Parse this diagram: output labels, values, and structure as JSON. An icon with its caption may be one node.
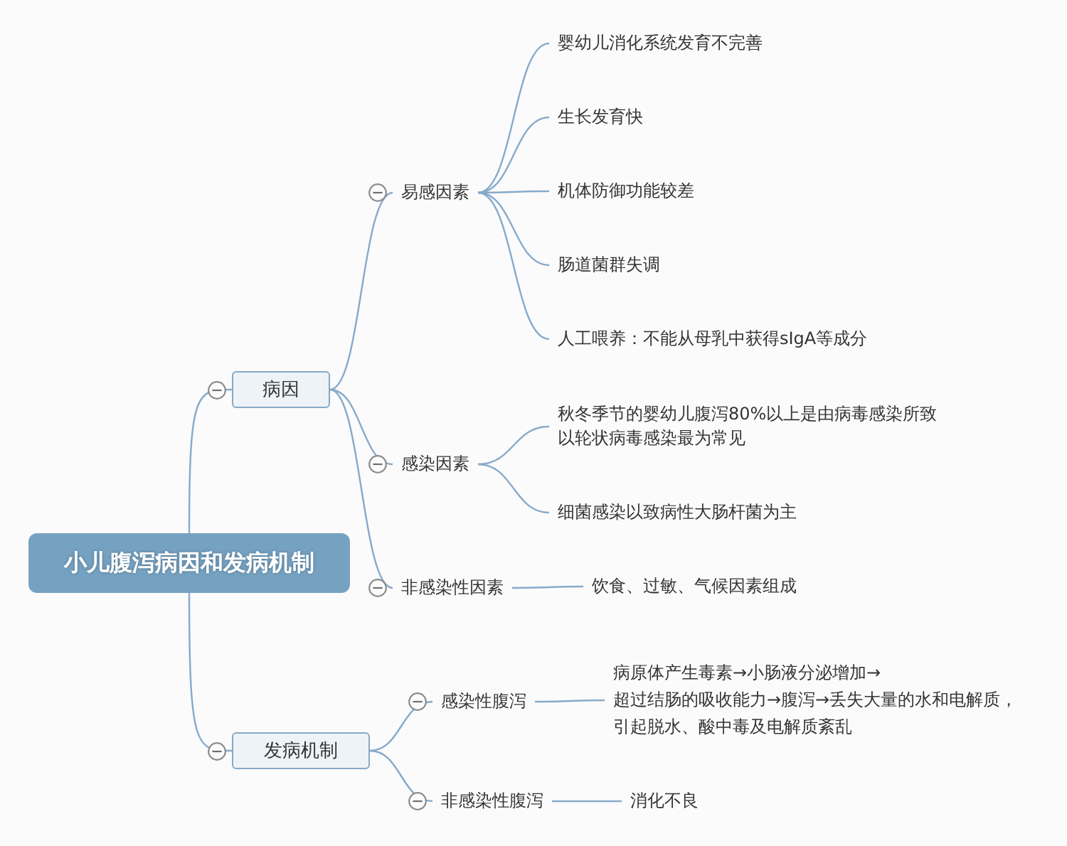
{
  "diagram": {
    "nodes": [
      {
        "text": [
          "小儿腹泻病因和发病机制"
        ]
      },
      {
        "text": [
          "病因"
        ]
      },
      {
        "text": [
          "易感因素"
        ]
      },
      {
        "text": [
          "婴幼儿消化系统发育不完善"
        ]
      },
      {
        "text": [
          "生长发育快"
        ]
      },
      {
        "text": [
          "机体防御功能较差"
        ]
      },
      {
        "text": [
          "肠道菌群失调"
        ]
      },
      {
        "text": [
          "人工喂养：不能从母乳中获得sIgA等成分"
        ]
      },
      {
        "text": [
          "感染因素"
        ]
      },
      {
        "text": [
          "秋冬季节的婴幼儿腹泻80%以上是由病毒感染所致以轮状病毒感染最为常见"
        ]
      },
      {
        "text": [
          "细菌感染以致病性大肠杆菌为主"
        ]
      },
      {
        "text": [
          "非感染性因素"
        ]
      },
      {
        "text": [
          "饮食、过敏、气候因素组成"
        ]
      },
      {
        "text": [
          "发病机制"
        ]
      },
      {
        "text": [
          "感染性腹泻"
        ]
      },
      {
        "text": [
          "病原体产生毒素→小肠液分泌增加→超过结肠的吸收能力→腹泻→丢失大量的水和电解质，引起脱水、酸中毒及电解质紊乱"
        ]
      },
      {
        "text": [
          "非感染性腹泻"
        ]
      },
      {
        "text": [
          "消化不良"
        ]
      }
    ],
    "edges": [
      {
        "from": 0,
        "to": 1,
        "arrow": "none"
      },
      {
        "from": 1,
        "to": 2,
        "arrow": "none"
      },
      {
        "from": 2,
        "to": 3,
        "arrow": "none"
      },
      {
        "from": 2,
        "to": 4,
        "arrow": "none"
      },
      {
        "from": 2,
        "to": 5,
        "arrow": "none"
      },
      {
        "from": 2,
        "to": 6,
        "arrow": "none"
      },
      {
        "from": 2,
        "to": 7,
        "arrow": "none"
      },
      {
        "from": 1,
        "to": 8,
        "arrow": "none"
      },
      {
        "from": 8,
        "to": 9,
        "arrow": "none"
      },
      {
        "from": 8,
        "to": 10,
        "arrow": "none"
      },
      {
        "from": 1,
        "to": 11,
        "arrow": "none"
      },
      {
        "from": 11,
        "to": 12,
        "arrow": "none"
      },
      {
        "from": 0,
        "to": 13,
        "arrow": "none"
      },
      {
        "from": 13,
        "to": 14,
        "arrow": "none"
      },
      {
        "from": 14,
        "to": 15,
        "arrow": "none"
      },
      {
        "from": 13,
        "to": 16,
        "arrow": "none"
      },
      {
        "from": 16,
        "to": 17,
        "arrow": "none"
      }
    ]
  }
}
